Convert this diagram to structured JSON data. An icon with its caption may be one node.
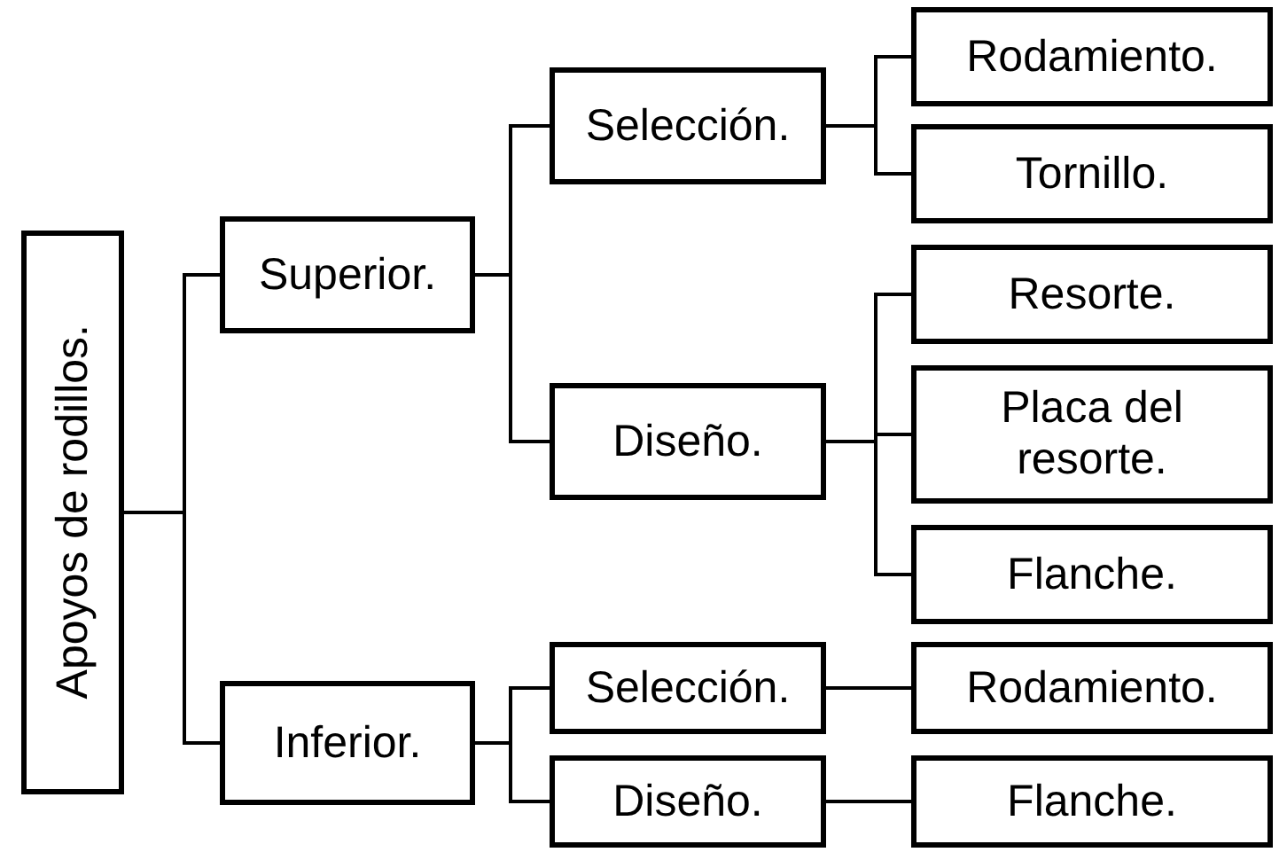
{
  "diagram": {
    "nodes": [
      {
        "text": [
          "Apoyos de rodillos."
        ]
      },
      {
        "text": [
          "Superior."
        ]
      },
      {
        "text": [
          "Selección."
        ]
      },
      {
        "text": [
          "Rodamiento."
        ]
      },
      {
        "text": [
          "Tornillo."
        ]
      },
      {
        "text": [
          "Diseño."
        ]
      },
      {
        "text": [
          "Resorte."
        ]
      },
      {
        "text": [
          "Placa del resorte."
        ]
      },
      {
        "text": [
          "Flanche."
        ]
      },
      {
        "text": [
          "Inferior."
        ]
      },
      {
        "text": [
          "Selección."
        ]
      },
      {
        "text": [
          "Rodamiento."
        ]
      },
      {
        "text": [
          "Diseño."
        ]
      },
      {
        "text": [
          "Flanche."
        ]
      }
    ],
    "edges": [
      {
        "from": 0,
        "to": 1,
        "arrow": "none"
      },
      {
        "from": 0,
        "to": 9,
        "arrow": "none"
      },
      {
        "from": 1,
        "to": 2,
        "arrow": "none"
      },
      {
        "from": 1,
        "to": 5,
        "arrow": "none"
      },
      {
        "from": 2,
        "to": 3,
        "arrow": "none"
      },
      {
        "from": 2,
        "to": 4,
        "arrow": "none"
      },
      {
        "from": 5,
        "to": 6,
        "arrow": "none"
      },
      {
        "from": 5,
        "to": 7,
        "arrow": "none"
      },
      {
        "from": 5,
        "to": 8,
        "arrow": "none"
      },
      {
        "from": 9,
        "to": 10,
        "arrow": "none"
      },
      {
        "from": 9,
        "to": 12,
        "arrow": "none"
      },
      {
        "from": 10,
        "to": 11,
        "arrow": "none"
      },
      {
        "from": 12,
        "to": 13,
        "arrow": "none"
      }
    ]
  }
}
